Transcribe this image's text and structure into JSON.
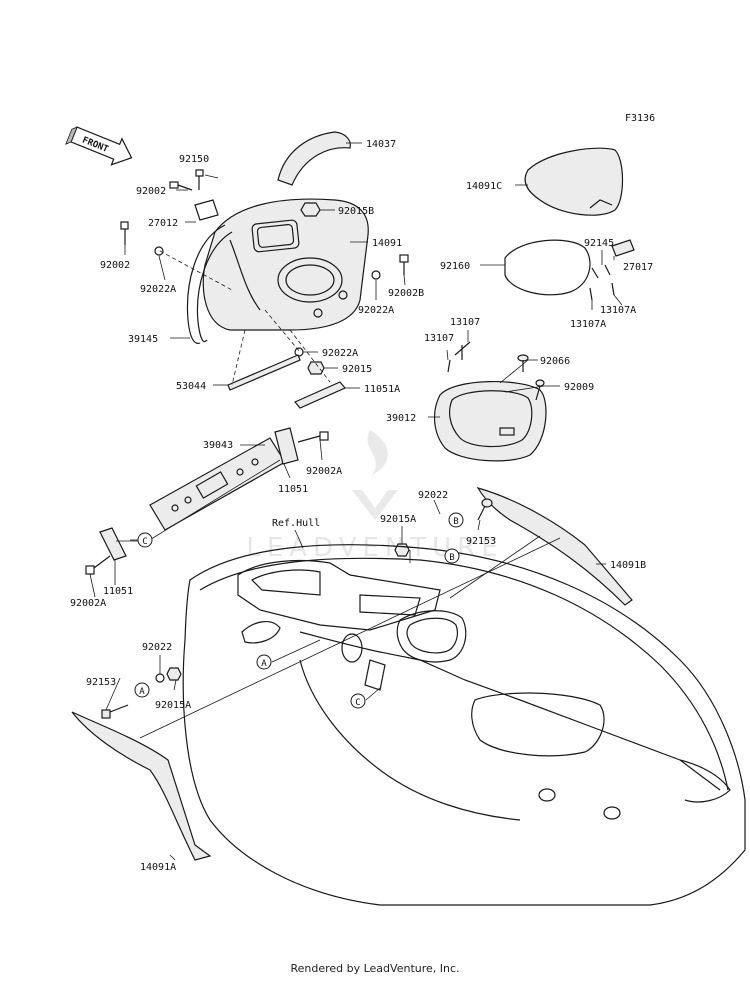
{
  "diagram_code": "F3136",
  "front_label": "FRONT",
  "ref_hull_label": "Ref.Hull",
  "footer_text": "Rendered by LeadVenture, Inc.",
  "watermark": "LEADVENTURE",
  "callouts": {
    "c14037": "14037",
    "c92150": "92150",
    "c92002_a": "92002",
    "c92015B": "92015B",
    "c27012": "27012",
    "c14091": "14091",
    "c92002_b": "92002",
    "c92022A_1": "92022A",
    "c92002B": "92002B",
    "c92022A_2": "92022A",
    "c39145": "39145",
    "c92022A_3": "92022A",
    "c92015_1": "92015",
    "c53044": "53044",
    "c11051A": "11051A",
    "c39043": "39043",
    "c92002A_1": "92002A",
    "c11051_1": "11051",
    "c11051_2": "11051",
    "c92002A_2": "92002A",
    "c14091C": "14091C",
    "c92145": "92145",
    "c92160": "92160",
    "c27017": "27017",
    "c13107A_1": "13107A",
    "c13107A_2": "13107A",
    "c13107_1": "13107",
    "c13107_2": "13107",
    "c92066": "92066",
    "c92009": "92009",
    "c39012": "39012",
    "c92022_1": "92022",
    "c92015A_1": "92015A",
    "c92153_1": "92153",
    "c14091B": "14091B",
    "c92022_2": "92022",
    "c92153_2": "92153",
    "c92015A_2": "92015A",
    "c14091A": "14091A"
  },
  "ref_markers": {
    "a1": "A",
    "a2": "A",
    "b1": "B",
    "b2": "B",
    "c1": "C",
    "c2": "C"
  }
}
